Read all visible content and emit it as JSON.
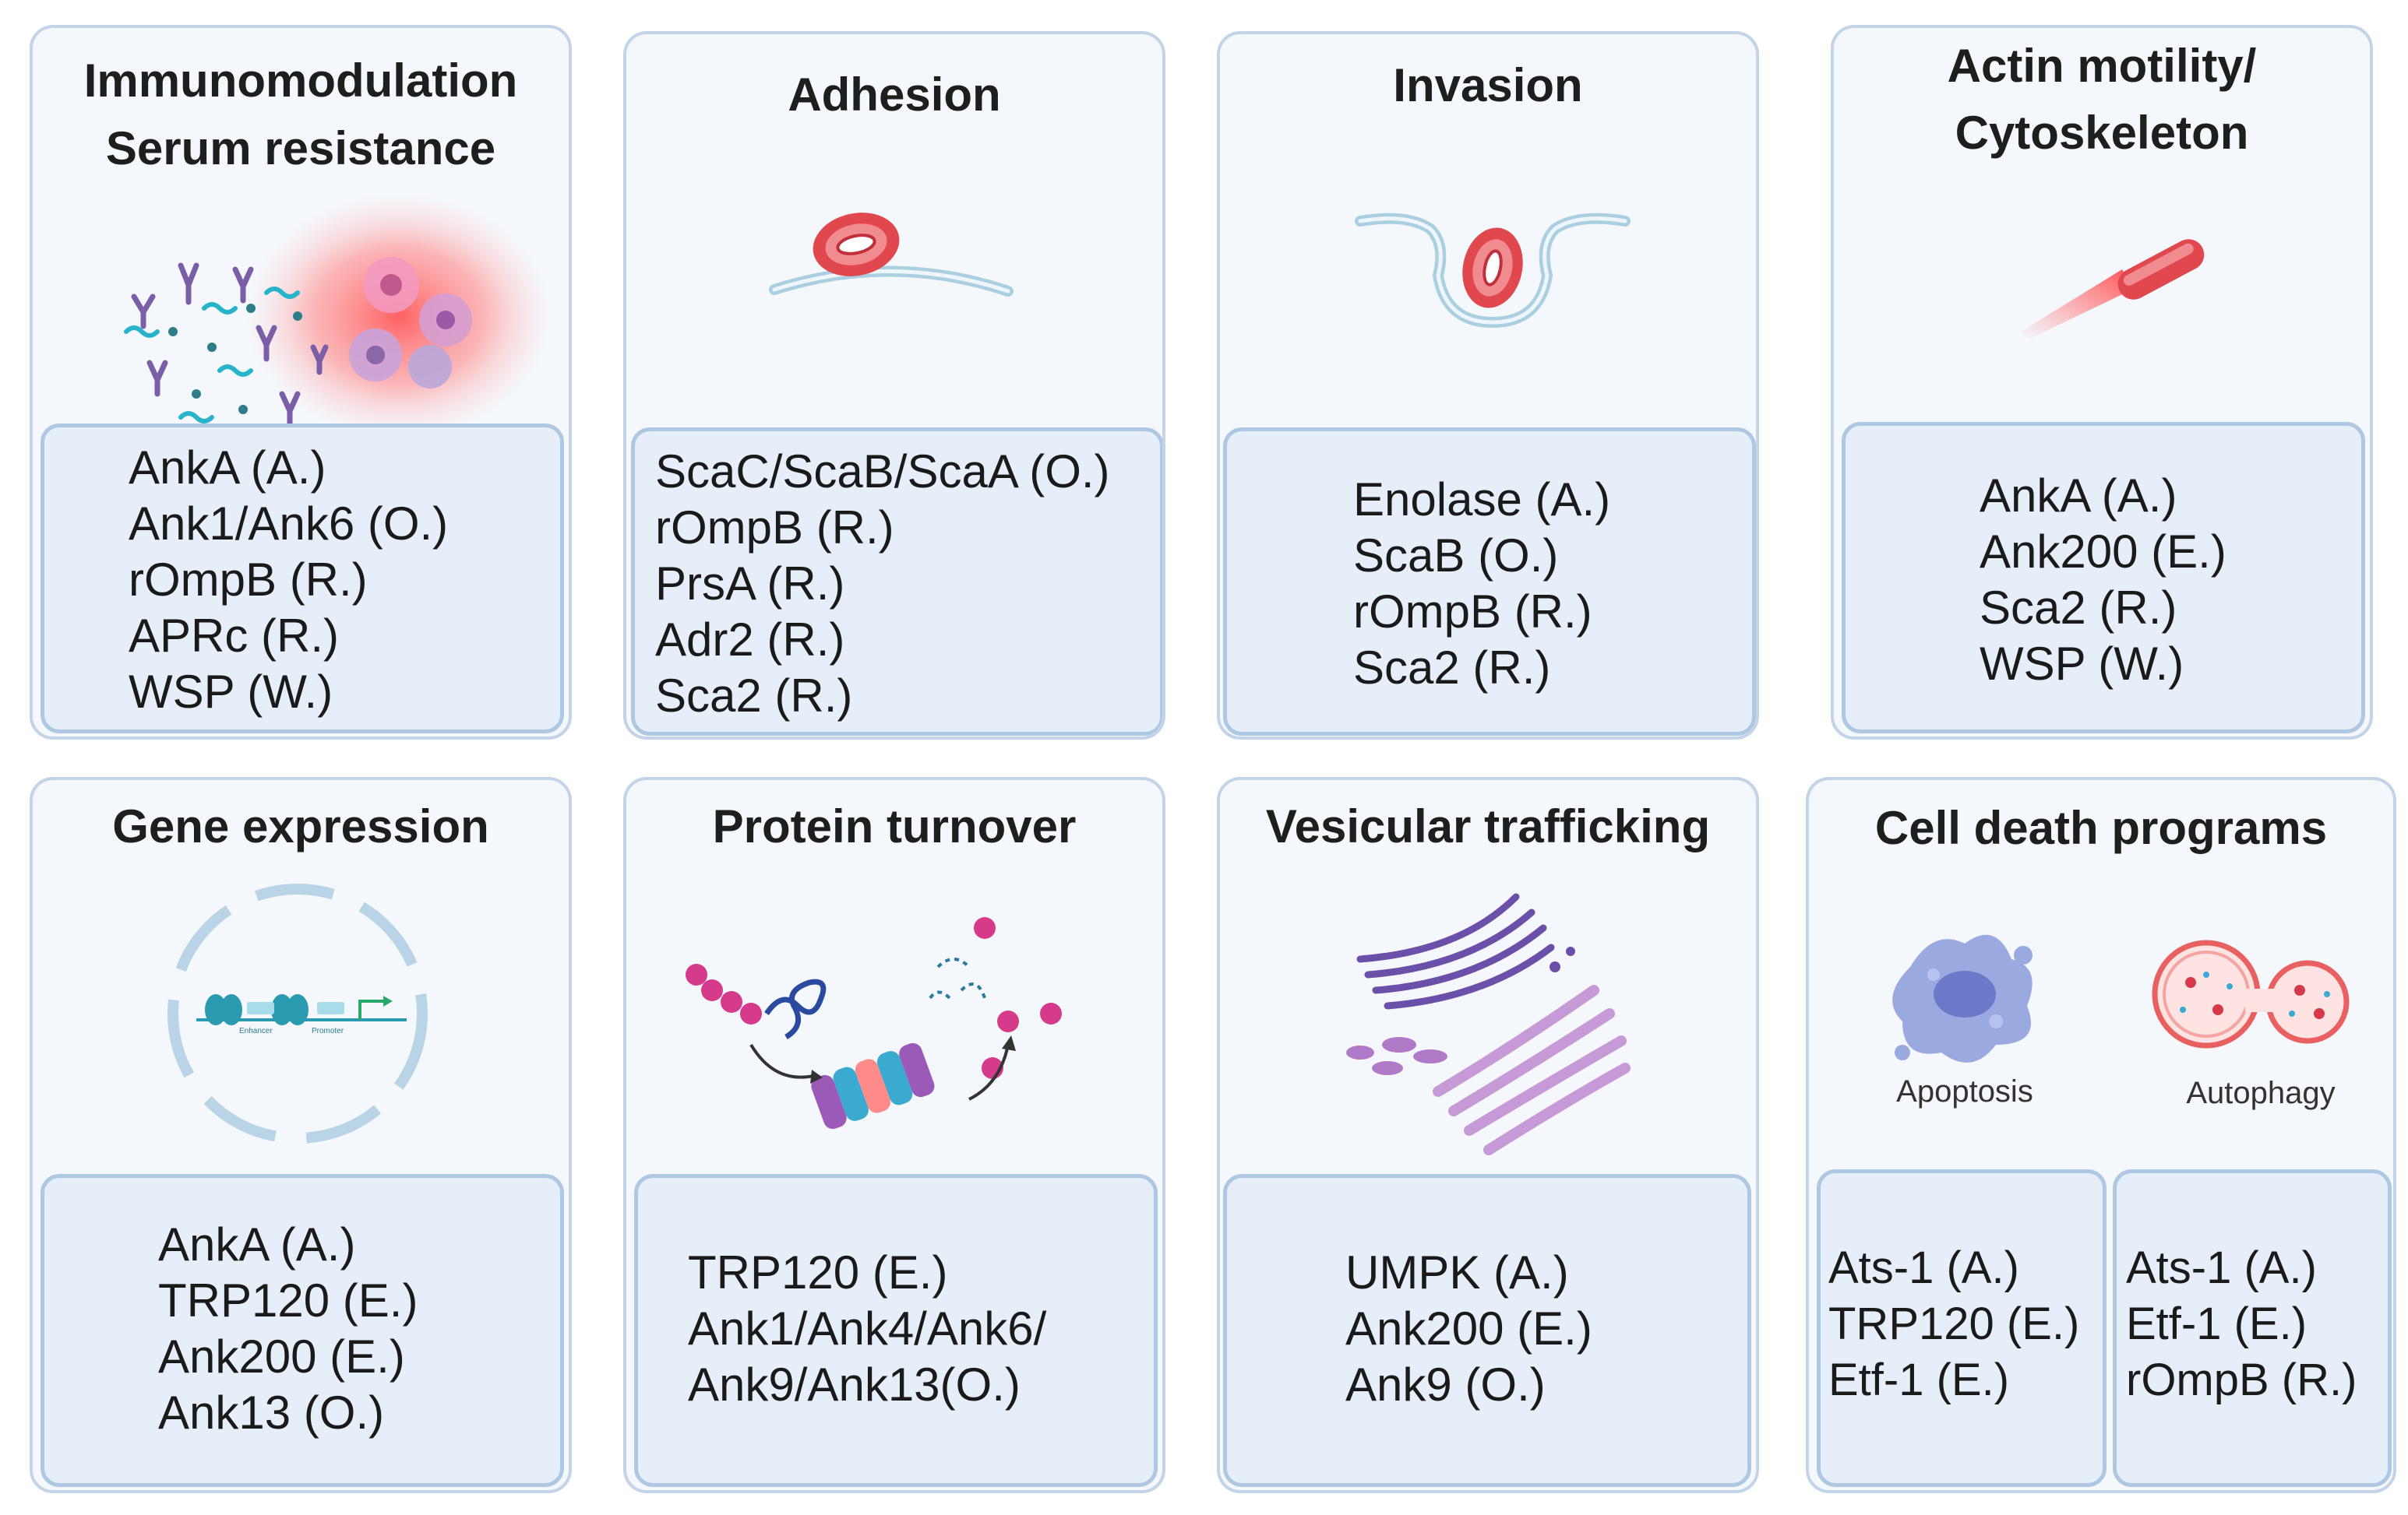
{
  "panels": [
    {
      "id": "immunomodulation",
      "title_lines": [
        "Immunomodulation",
        "Serum resistance"
      ],
      "items": [
        "AnkA (A.)",
        "Ank1/Ank6 (O.)",
        "rOmpB (R.)",
        "APRc (R.)",
        "WSP (W.)"
      ]
    },
    {
      "id": "adhesion",
      "title_lines": [
        "Adhesion"
      ],
      "items": [
        "ScaC/ScaB/ScaA (O.)",
        "rOmpB (R.)",
        "PrsA (R.)",
        "Adr2 (R.)",
        "Sca2 (R.)"
      ]
    },
    {
      "id": "invasion",
      "title_lines": [
        "Invasion"
      ],
      "items": [
        "Enolase (A.)",
        "ScaB (O.)",
        "rOmpB (R.)",
        "Sca2 (R.)"
      ]
    },
    {
      "id": "actin",
      "title_lines": [
        "Actin motility/",
        "Cytoskeleton"
      ],
      "items": [
        "AnkA (A.)",
        "Ank200 (E.)",
        "Sca2 (R.)",
        "WSP (W.)"
      ]
    },
    {
      "id": "gene",
      "title_lines": [
        "Gene expression"
      ],
      "items": [
        "AnkA (A.)",
        "TRP120 (E.)",
        "Ank200 (E.)",
        "Ank13 (O.)"
      ],
      "mini_labels": [
        "Enhancer",
        "Promoter"
      ]
    },
    {
      "id": "protein",
      "title_lines": [
        "Protein turnover"
      ],
      "items": [
        "TRP120 (E.)",
        "Ank1/Ank4/Ank6/",
        "Ank9/Ank13(O.)"
      ]
    },
    {
      "id": "vesicular",
      "title_lines": [
        "Vesicular trafficking"
      ],
      "items": [
        "UMPK (A.)",
        "Ank200 (E.)",
        "Ank9 (O.)"
      ]
    },
    {
      "id": "celldeath",
      "title_lines": [
        "Cell death programs"
      ],
      "sub": [
        {
          "label": "Apoptosis",
          "items": [
            "Ats-1 (A.)",
            "TRP120 (E.)",
            "Etf-1 (E.)"
          ]
        },
        {
          "label": "Autophagy",
          "items": [
            "Ats-1 (A.)",
            "Etf-1 (E.)",
            "rOmpB (R.)"
          ]
        }
      ]
    }
  ],
  "colors": {
    "panel_bg": "#f4f8fd",
    "panel_border": "#c3d4e8",
    "list_bg": "#e6eff9",
    "list_border": "#aec8e4",
    "bacterium": "#e0484d",
    "membrane": "#a9cfe0",
    "purple": "#8a6bb0",
    "magenta": "#d63a8a"
  },
  "icons": [
    "antibody-cloud-icon",
    "neutrophil-glow-icon",
    "bacterium-icon",
    "membrane-icon",
    "dna-circle-icon",
    "proteasome-icon",
    "golgi-er-icon",
    "apoptotic-cell-icon",
    "autophagosome-icon"
  ]
}
